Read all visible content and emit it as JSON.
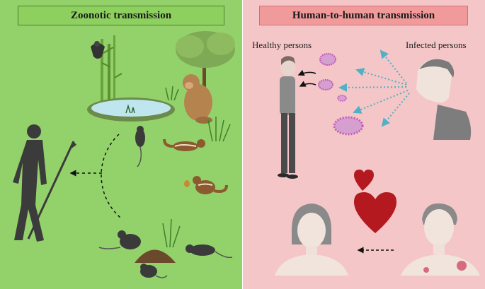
{
  "panels": {
    "left": {
      "title": "Zoonotic transmission"
    },
    "right": {
      "title": "Human-to-human transmission",
      "label_healthy": "Healthy persons",
      "label_infected": "Infected persons"
    }
  },
  "colors": {
    "left_bg": "#93d26a",
    "right_bg": "#f4c6c7",
    "virus": "#c25bb8",
    "droplet_arrow": "#4fb0c6",
    "heart": "#b3191f"
  }
}
